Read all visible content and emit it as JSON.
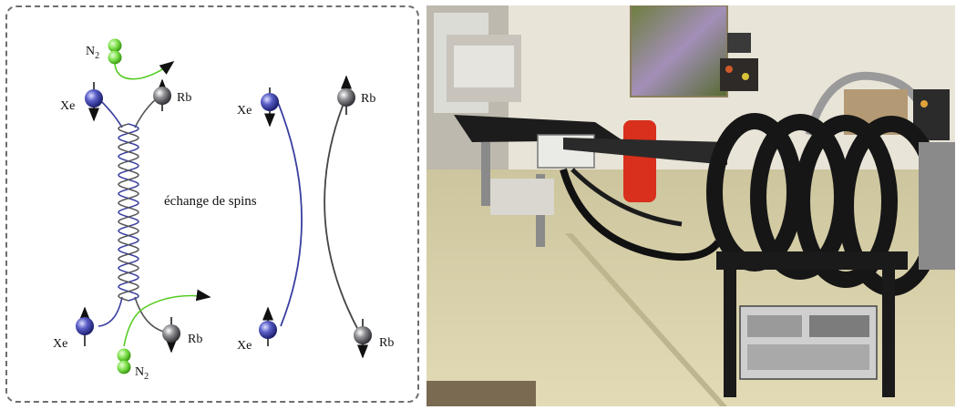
{
  "diagram": {
    "left_labels": {
      "n2_top": "N",
      "n2_top_sub": "2",
      "xe_top": "Xe",
      "rb_top": "Rb",
      "xe_bottom": "Xe",
      "rb_bottom": "Rb",
      "n2_bottom": "N",
      "n2_bottom_sub": "2"
    },
    "middle_text": "échange de spins",
    "right_labels": {
      "xe_top": "Xe",
      "rb_top": "Rb",
      "xe_bottom": "Xe",
      "rb_bottom": "Rb"
    },
    "colors": {
      "xe_atom": "#5a5fc8",
      "rb_atom": "#8d8d92",
      "n2_molecule": "#7de04a",
      "xe_path": "#3a3fa0",
      "rb_path": "#555555",
      "n2_path": "#55cc22",
      "dashed_border": "#6e6e6e"
    }
  },
  "photo": {
    "scene": "laboratory",
    "colors": {
      "floor": "#d8d0a6",
      "wall": "#ece7dd",
      "coils": "#161616",
      "cylinder": "#d8301c"
    }
  }
}
